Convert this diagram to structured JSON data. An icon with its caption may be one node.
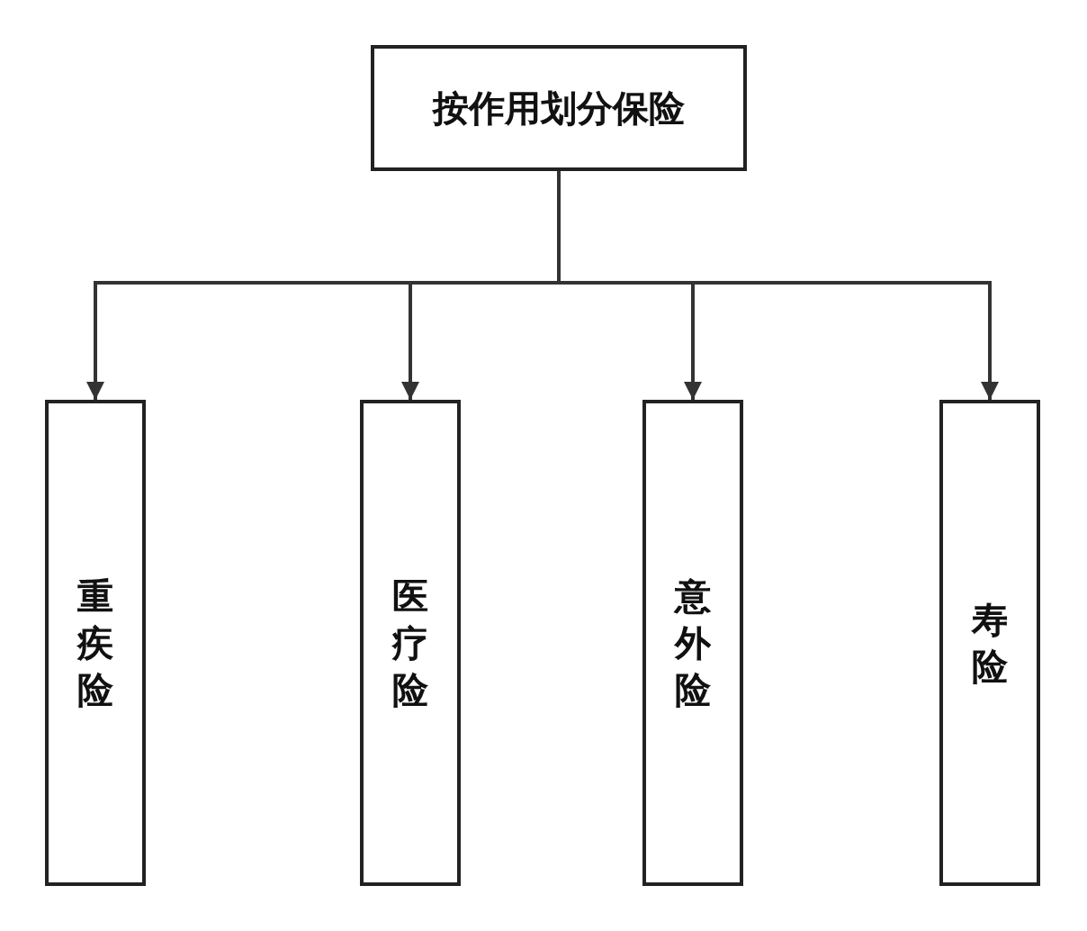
{
  "diagram": {
    "nodes": [
      {
        "text": [
          "按作用划分保险"
        ]
      },
      {
        "text": [
          "重疾险"
        ]
      },
      {
        "text": [
          "医疗险"
        ]
      },
      {
        "text": [
          "意外险"
        ]
      },
      {
        "text": [
          "寿险"
        ]
      }
    ],
    "edges": [
      {
        "from": 0,
        "to": 1,
        "arrow": "to"
      },
      {
        "from": 0,
        "to": 2,
        "arrow": "to"
      },
      {
        "from": 0,
        "to": 3,
        "arrow": "to"
      },
      {
        "from": 0,
        "to": 4,
        "arrow": "to"
      }
    ]
  }
}
